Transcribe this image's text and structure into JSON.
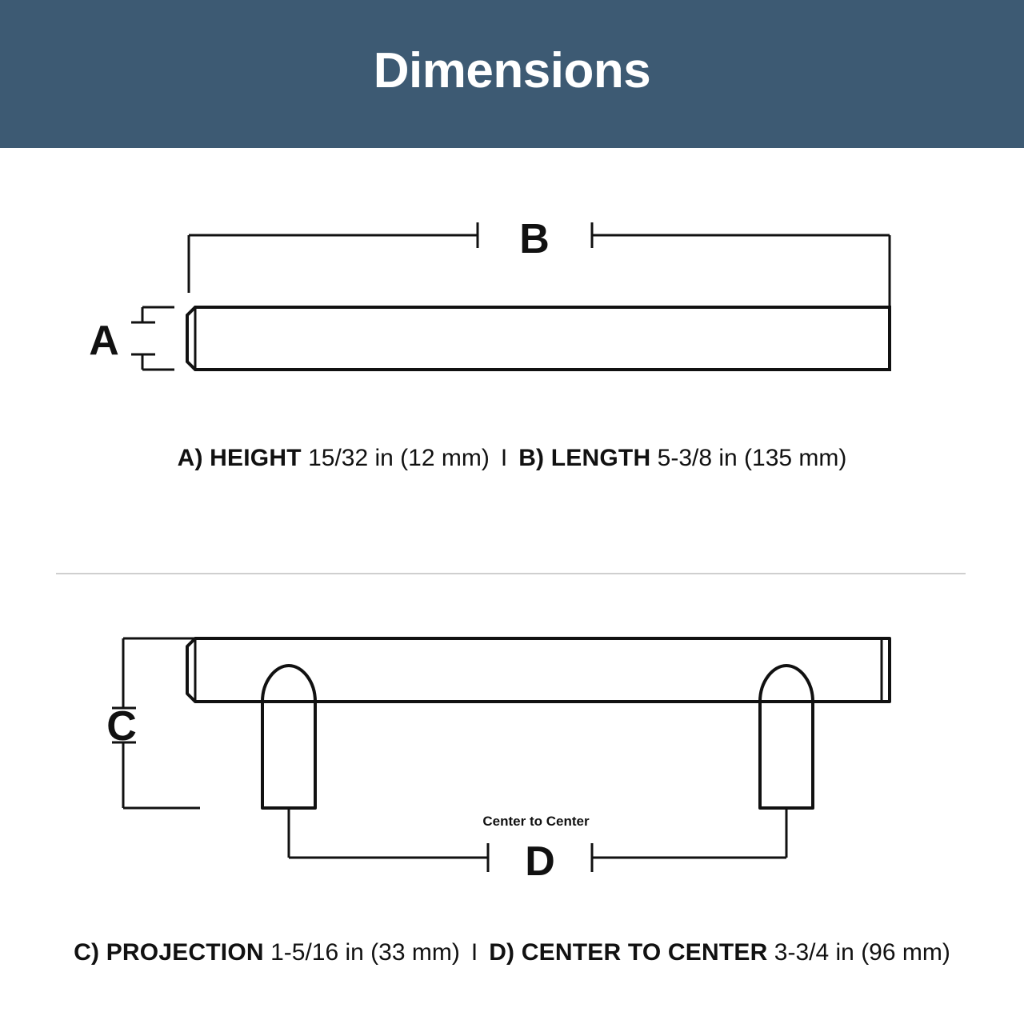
{
  "header": {
    "title": "Dimensions",
    "bg_color": "#3d5a73",
    "text_color": "#ffffff"
  },
  "divider": {
    "color": "#cfcfcf"
  },
  "figure_top": {
    "name": "side-profile-of-bar-pull",
    "dimension_labels": {
      "height": "A",
      "length": "B"
    }
  },
  "figure_bottom": {
    "name": "front-profile-of-t-bar-pull",
    "dimension_labels": {
      "projection": "C",
      "center_to_center": "D"
    },
    "annotation": "Center to Center"
  },
  "captions": {
    "top": [
      {
        "label": "A) HEIGHT",
        "value": "15/32 in (12 mm)"
      },
      {
        "label": "B) LENGTH",
        "value": "5-3/8 in (135 mm)"
      }
    ],
    "bottom": [
      {
        "label": "C) PROJECTION",
        "value": "1-5/16 in (33 mm)"
      },
      {
        "label": "D) CENTER TO CENTER",
        "value": "3-3/4 in (96 mm)"
      }
    ],
    "separator": "I"
  },
  "dimensions_summary": {
    "A_height": {
      "imperial": "15/32 in",
      "metric": "12 mm"
    },
    "B_length": {
      "imperial": "5-3/8 in",
      "metric": "135 mm"
    },
    "C_projection": {
      "imperial": "1-5/16 in",
      "metric": "33 mm"
    },
    "D_center_to_center": {
      "imperial": "3-3/4 in",
      "metric": "96 mm"
    }
  }
}
